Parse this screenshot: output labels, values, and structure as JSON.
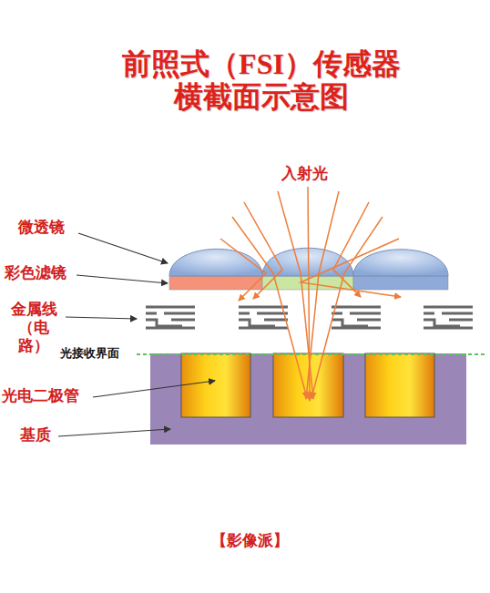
{
  "diagram": {
    "title": "前照式（FSI）传感器 横截面示意图",
    "labels": [
      "入射光",
      "微透镜",
      "彩色滤镜",
      "金属线 （电路）",
      "光接收界面",
      "光电二极管",
      "基质",
      "【影像派】"
    ]
  }
}
